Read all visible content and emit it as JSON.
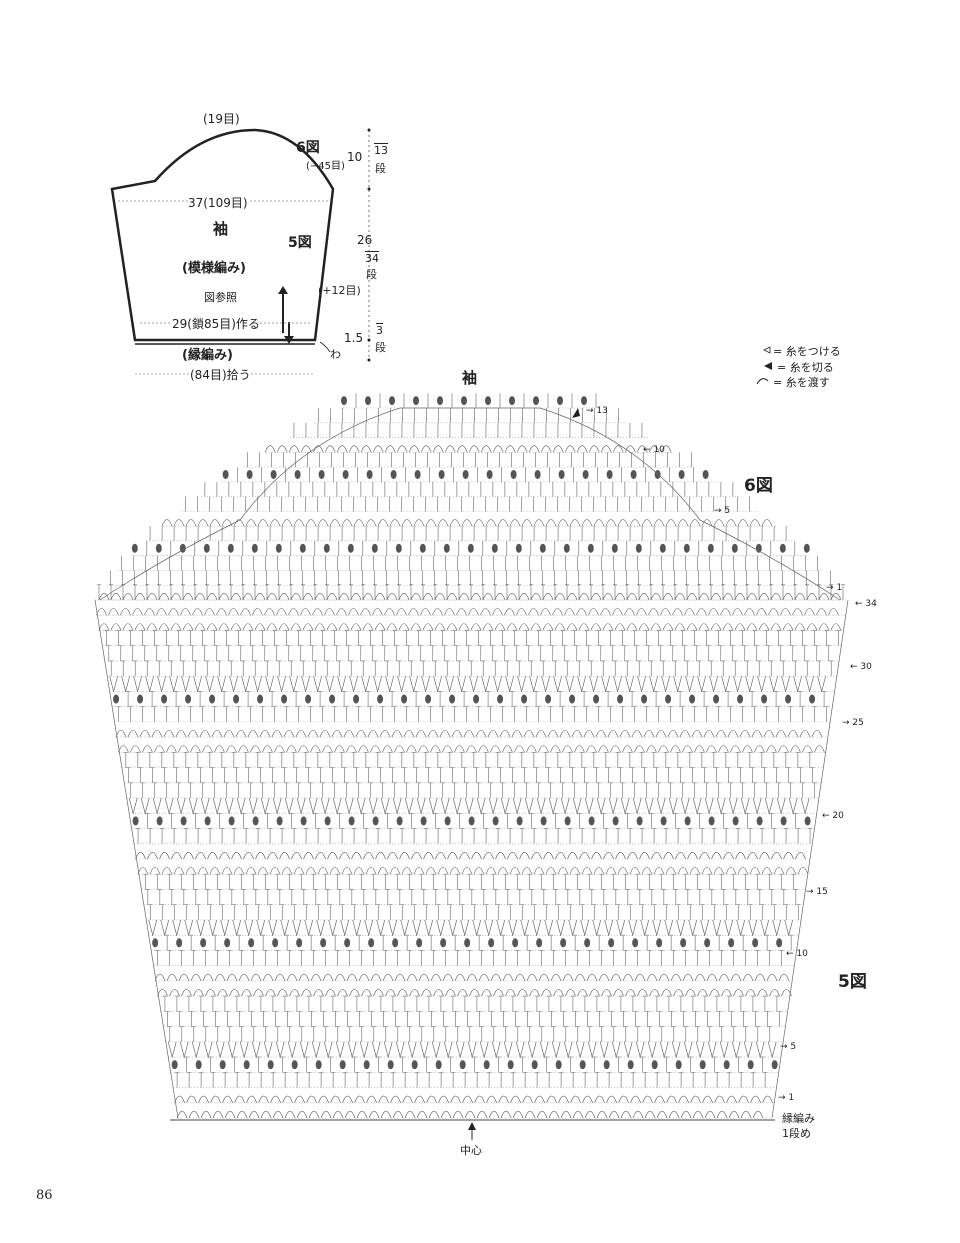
{
  "schematic": {
    "top_stitches": "(19目)",
    "fig6_label": "6図",
    "decrease_label": "(−45目)",
    "height_10": "10",
    "rows_13": "13",
    "rows_unit_a": "段",
    "width_label": "37(109目)",
    "title": "袖",
    "fig5_label": "5図",
    "height_26": "26",
    "rows_34": "34",
    "rows_unit_b": "段",
    "pattern_name": "(模様編み)",
    "increase_label": "(+12目)",
    "refer_figure": "図参照",
    "bottom_chain_label": "29(鎖85目)作る",
    "height_15": "1.5",
    "rows_3": "3",
    "rows_unit_c": "段",
    "edge_label": "(縁編み)",
    "loop_label": "わ",
    "pickup_label": "(84目)拾う"
  },
  "legend": {
    "attach_yarn": "= 糸をつける",
    "cut_yarn": "= 糸を切る",
    "carry_yarn": "= 糸を渡す"
  },
  "chart": {
    "title": "袖",
    "fig6": "6図",
    "fig5": "5図",
    "center": "中心",
    "edge_note_1": "縁編み",
    "edge_note_2": "1段め",
    "cap_row_labels": [
      "13",
      "10",
      "5",
      "1"
    ],
    "body_row_labels": [
      "34",
      "30",
      "25",
      "20",
      "15",
      "10",
      "5",
      "1"
    ]
  },
  "page_number": "86"
}
